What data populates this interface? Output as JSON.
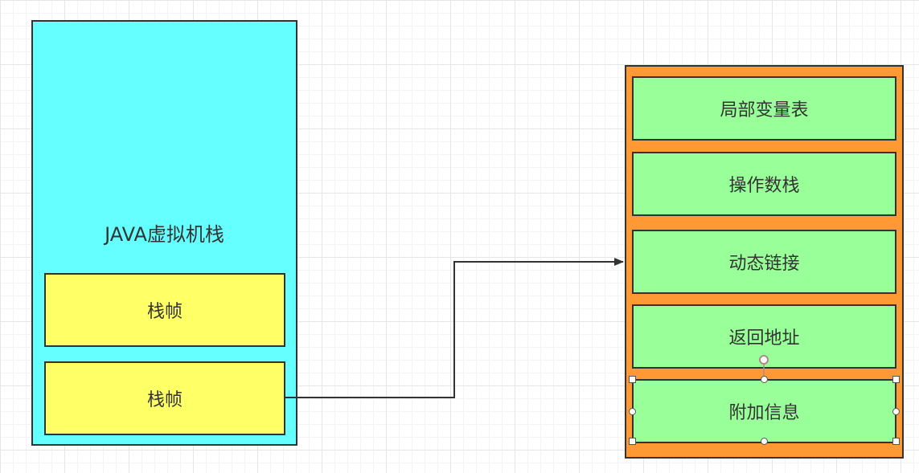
{
  "diagram": {
    "stack": {
      "title": "JAVA虚拟机栈",
      "frames": [
        "栈帧",
        "栈帧"
      ],
      "fill": "#66ffff"
    },
    "frame_detail": {
      "fill": "#ff9933",
      "parts": [
        "局部变量表",
        "操作数栈",
        "动态链接",
        "返回地址",
        "附加信息"
      ],
      "part_fill": "#99ff99",
      "selected_part": "附加信息"
    },
    "frame_fill": "#ffff66",
    "connector": {
      "from": "栈帧",
      "to": "动态链接",
      "color": "#333333"
    }
  }
}
